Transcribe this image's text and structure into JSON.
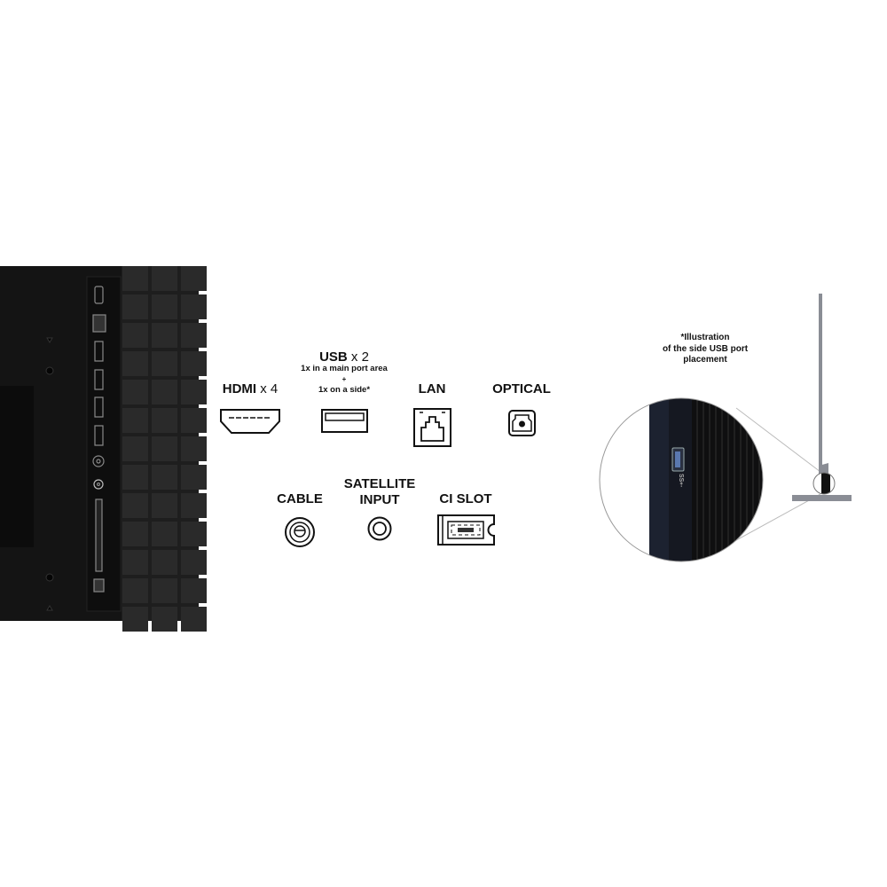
{
  "ports_row1": [
    {
      "name": "HDMI",
      "count": "x 4",
      "icon": "hdmi-port-icon"
    },
    {
      "name": "USB",
      "count": "x 2",
      "details": [
        "1x in a main port area",
        "+",
        "1x on a side*"
      ],
      "icon": "usb-port-icon"
    },
    {
      "name": "LAN",
      "icon": "lan-port-icon"
    },
    {
      "name": "OPTICAL",
      "icon": "optical-port-icon"
    }
  ],
  "ports_row2": [
    {
      "name": "CABLE",
      "icon": "cable-port-icon"
    },
    {
      "name_lines": [
        "SATELLITE",
        "INPUT"
      ],
      "icon": "satellite-port-icon"
    },
    {
      "name": "CI SLOT",
      "icon": "ci-slot-icon"
    }
  ],
  "side_note": [
    "*Illustration",
    "of the side USB port",
    "placement"
  ],
  "colors": {
    "tv_body": "#141414",
    "grid_tile": "#2a2a2a",
    "stand": "#8a8d95",
    "side_panel": "#1c2230"
  }
}
